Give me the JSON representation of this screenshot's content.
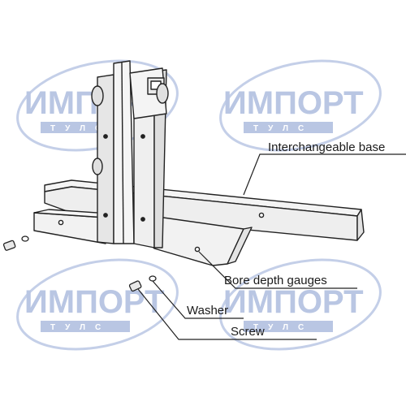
{
  "labels": {
    "interchangeable_base": "Interchangeable base",
    "bore_depth_gauges": "Bore depth gauges",
    "washer": "Washer",
    "screw": "Screw"
  },
  "watermark": {
    "line1": "ИМПОРТ",
    "line2": "ТУЛС",
    "color": "#b9c6e3"
  },
  "colors": {
    "stroke": "#222222",
    "part_fill": "#f4f4f4",
    "shade": "#d9d9d9"
  }
}
